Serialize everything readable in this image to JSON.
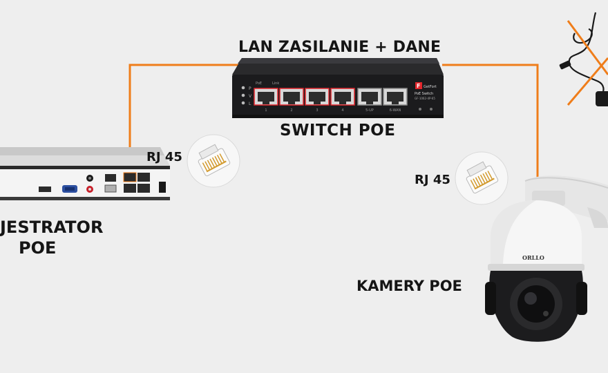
{
  "labels": {
    "lan": "LAN ZASILANIE + DANE",
    "switch": "SWITCH POE",
    "rj45_left": "RJ 45",
    "rj45_right": "RJ 45",
    "recorder_line1": "JESTRATOR",
    "recorder_line2": "POE",
    "camera": "KAMERY POE"
  },
  "switch_device": {
    "brand": "GetFort",
    "model_line1": "PoE Switch",
    "model_line2": "GF-1062-4P-65",
    "port_labels": [
      "1",
      "2",
      "3",
      "4",
      "5-UP",
      "6-WAN"
    ],
    "status_labels": [
      "P",
      "V",
      "L"
    ],
    "header_labels": [
      "PoE",
      "Link"
    ]
  },
  "camera_device": {
    "brand": "ORLLO"
  },
  "colors": {
    "cable": "#ef7d1a",
    "switch_body": "#1b1b1d",
    "port_accent": "#e3262c",
    "background": "#eeeeee",
    "cross": "#ef7d1a"
  }
}
